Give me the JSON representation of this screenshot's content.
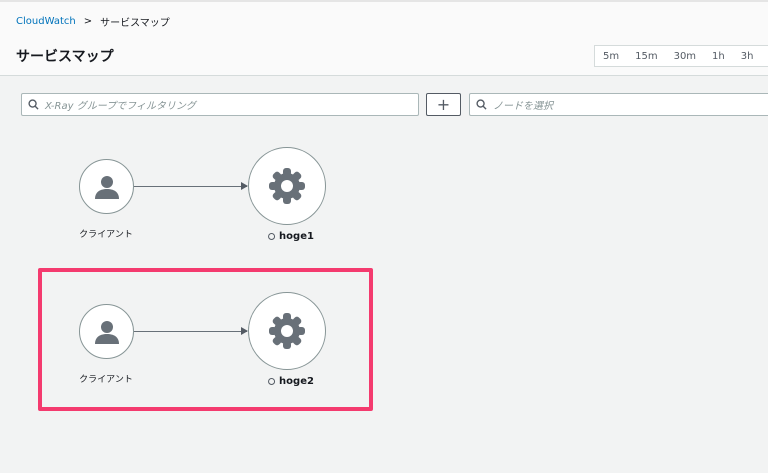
{
  "breadcrumb": {
    "root": "CloudWatch",
    "separator": ">",
    "current": "サービスマップ"
  },
  "page_title": "サービスマップ",
  "time_ranges": [
    "5m",
    "15m",
    "30m",
    "1h",
    "3h"
  ],
  "filter": {
    "placeholder": "X-Ray グループでフィルタリング",
    "add_label": "+"
  },
  "node_select": {
    "placeholder": "ノードを選択"
  },
  "maps": [
    {
      "client": "クライアント",
      "service": "hoge1",
      "highlighted": false
    },
    {
      "client": "クライアント",
      "service": "hoge2",
      "highlighted": true
    }
  ],
  "colors": {
    "highlight": "#f43a6e",
    "link": "#0073bb",
    "icon": "#687078"
  }
}
